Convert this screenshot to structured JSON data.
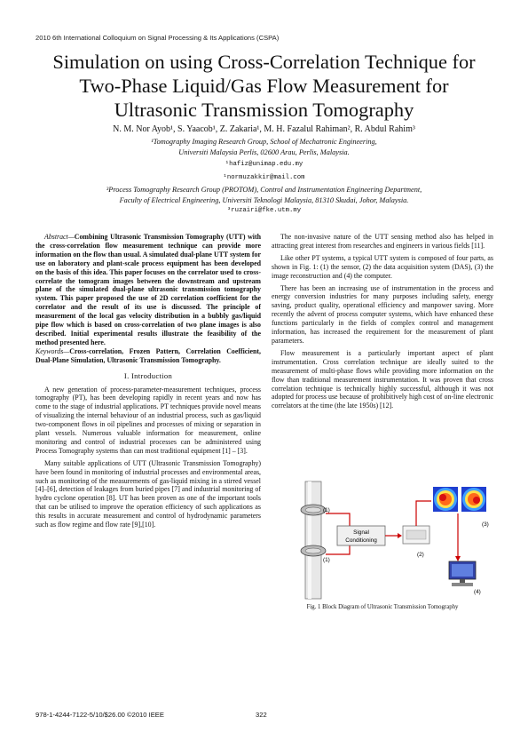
{
  "header": "2010 6th International Colloquium on Signal Processing & Its Applications (CSPA)",
  "title_line1": "Simulation on using Cross-Correlation Technique for",
  "title_line2": "Two-Phase Liquid/Gas Flow Measurement for",
  "title_line3": "Ultrasonic Transmission Tomography",
  "authors": "N. M. Nor Ayob¹, S. Yaacob¹, Z. Zakaria¹, M. H. Fazalul Rahiman², R. Abdul Rahim³",
  "affil1_line1": "¹Tomography Imaging Research Group, School of Mechatronic Engineering,",
  "affil1_line2": "Universiti Malaysia Perlis, 02600 Arau, Perlis, Malaysia.",
  "email1": "¹hafiz@unimap.edu.my",
  "email2": "¹normuzakkir@mail.com",
  "affil3_line1": "³Process Tomography Research Group (PROTOM), Control and Instrumentation Engineering Department,",
  "affil3_line2": "Faculty of Electrical Engineering, Universiti Teknologi Malaysia, 81310 Skudai, Johor, Malaysia.",
  "email3": "³ruzairi@fke.utm.my",
  "abstract_label": "Abstract—",
  "abstract_text": "Combining Ultrasonic Transmission Tomography (UTT) with the cross-correlation flow measurement technique can provide more information on the flow than usual. A simulated dual-plane UTT system for use on laboratory and plant-scale process equipment has been developed on the basis of this idea. This paper focuses on the correlator used to cross-correlate the tomogram images between the downstream and upstream plane of the simulated dual-plane ultrasonic transmission tomography system. This paper proposed the use of 2D correlation coefficient for the correlator and the result of its use is discussed. The principle of measurement of the local gas velocity distribution in a bubbly gas/liquid pipe flow which is based on cross-correlation of two plane images is also described. Initial experimental results illustrate the feasibility of the method presented here.",
  "keywords_label": "Keywords—",
  "keywords_text": "Cross-correlation, Frozen Pattern, Correlation Coefficient, Dual-Plane Simulation, Ultrasonic Transmission Tomography.",
  "section_heading": "I.   Introduction",
  "intro_p1": "A new generation of process-parameter-measurement techniques, process tomography (PT), has been developing rapidly in recent years and now has come to the stage of industrial applications. PT techniques provide novel means of visualizing the internal behaviour of an industrial process, such as gas/liquid two-component flows in oil pipelines and processes of mixing or separation in plant vessels. Numerous valuable information for measurement, online monitoring and control of industrial processes can be administered using Process Tomography systems than can most traditional equipment [1] – [3].",
  "intro_p2": "Many suitable applications of UTT (Ultrasonic Transmission Tomography) have been found in monitoring of industrial processes and environmental areas, such as monitoring of the measurements of gas-liquid mixing in a stirred vessel [4]–[6], detection of leakages from buried pipes [7] and industrial monitoring of hydro cyclone operation [8]. UT has been proven as one of the important tools that can be utilised to improve the operation efficiency of such applications as this results in accurate measurement and control of hydrodynamic parameters such as flow regime and flow rate [9],[10].",
  "right_p1": "The non-invasive nature of the UTT sensing method also has helped in attracting great interest from researches and engineers in various fields [11].",
  "right_p2": "Like other PT systems, a typical UTT system is composed of four parts, as shown in Fig. 1: (1) the sensor, (2) the data acquisition system (DAS), (3) the image reconstruction and (4) the computer.",
  "right_p3": "There has been an increasing use of instrumentation in the process and energy conversion industries for many purposes including safety, energy saving, product quality, operational efficiency and manpower saving. More recently the advent of process computer systems, which have enhanced these functions particularly in the fields of complex control and management information, has increased the requirement for the measurement of plant parameters.",
  "right_p4": "Flow measurement is a particularly important aspect of plant instrumentation. Cross correlation technique are ideally suited to the measurement of multi-phase flows while providing more information on the flow than traditional measurement instrumentation. It was proven that cross correlation technique is technically highly successful, although it was not adopted for process use because of prohibitively high cost of on-line electronic correlators at the time (the late 1950s) [12].",
  "figure": {
    "label_1a": "(1)",
    "label_1b": "(1)",
    "label_2": "(2)",
    "label_3": "(3)",
    "label_4": "(4)",
    "signal_line1": "Signal",
    "signal_line2": "Conditioning",
    "arrow_color": "#cc0000"
  },
  "caption": "Fig. 1 Block Diagram of Ultrasonic Transmission Tomography",
  "footer_left": "978-1-4244-7122-5/10/$26.00 ©2010 IEEE",
  "page_number": "322"
}
